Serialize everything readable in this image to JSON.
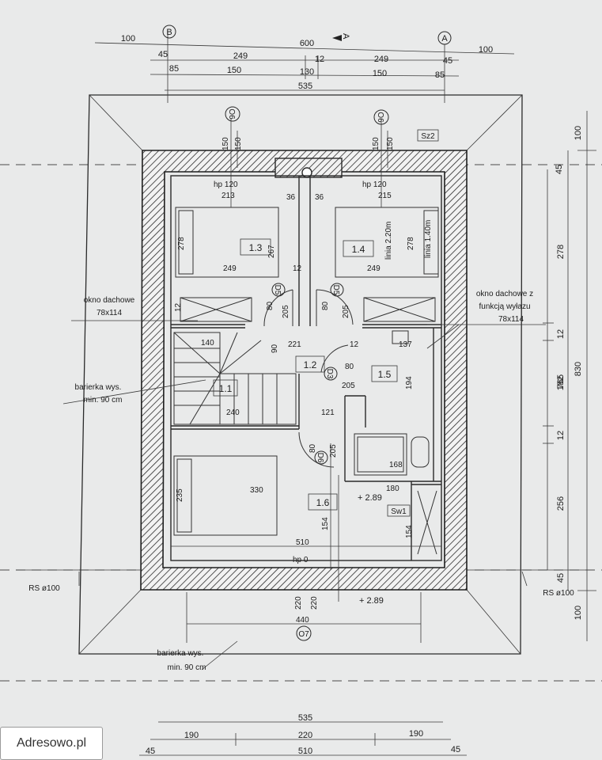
{
  "axes": {
    "left": "B",
    "right": "A",
    "section_mark": "A"
  },
  "top_dims": {
    "row1": [
      "100",
      "600",
      "100"
    ],
    "row2": [
      "45",
      "249",
      "12",
      "249",
      "45"
    ],
    "row3": [
      "85",
      "150",
      "130",
      "150",
      "85"
    ],
    "row4": "535"
  },
  "bottom_dims": {
    "row1": "535",
    "row2": [
      "190",
      "220",
      "190"
    ],
    "row3": [
      "45",
      "510",
      "45"
    ]
  },
  "right_dims": {
    "outer": [
      "100",
      "830",
      "100"
    ],
    "middle": "765",
    "inner": [
      "45",
      "278",
      "12",
      "182",
      "12",
      "256",
      "45"
    ]
  },
  "markers": {
    "w1": "O6",
    "w2": "O6",
    "w3": "O7",
    "d1": "D5",
    "d2": "D5",
    "d3": "D3",
    "d4": "D6"
  },
  "rooms": {
    "r1": "1.3",
    "r2": "1.4",
    "r3": "1.2",
    "r4": "1.5",
    "r5": "1.1",
    "r6": "1.6"
  },
  "labels": {
    "hp1": "hp 120",
    "hp2": "hp 120",
    "hp0": "hp 0",
    "sz2": "Sz2",
    "sw1": "Sw1",
    "linia1": "linia 2.20m",
    "linia2": "linia 1.40m",
    "window_left_1": "okno dachowe",
    "window_left_2": "78x114",
    "window_right_1": "okno dachowe z",
    "window_right_2": "funkcją wyłazu",
    "window_right_3": "78x114",
    "railing1_1": "barierka wys.",
    "railing1_2": "min. 90 cm",
    "railing2_1": "barierka wys.",
    "railing2_2": "min. 90 cm",
    "rs_left": "RS ø100",
    "rs_right": "RS ø100",
    "level1": "+ 2.89",
    "level2": "+ 2.89"
  },
  "interior_dims": {
    "d150a": "150",
    "d150b": "150",
    "d150c": "150",
    "d150d": "150",
    "d213": "213",
    "d215": "215",
    "d36a": "36",
    "d36b": "36",
    "d278a": "278",
    "d267": "267",
    "d249a": "249",
    "d12a": "12",
    "d278b": "278",
    "d249b": "249",
    "d80a": "80",
    "d205a": "205",
    "d80b": "80",
    "d205b": "205",
    "d12b": "12",
    "d140": "140",
    "d90": "90",
    "d221": "221",
    "d12c": "12",
    "d137": "137",
    "d80c": "80",
    "d205c": "205",
    "d194": "194",
    "d240": "240",
    "d121": "121",
    "d80d": "80",
    "d205d": "205",
    "d168": "168",
    "d180": "180",
    "d235": "235",
    "d330": "330",
    "d154a": "154",
    "d154b": "154",
    "d510": "510",
    "d220a": "220",
    "d220b": "220",
    "d440": "440"
  },
  "watermark": "Adresowo.pl"
}
